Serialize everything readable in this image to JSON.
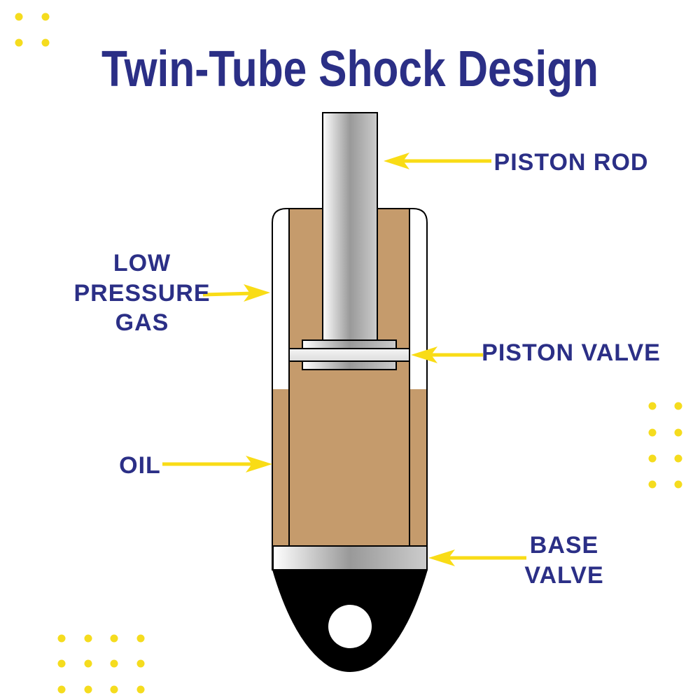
{
  "title": "Twin-Tube Shock Design",
  "labels": {
    "piston_rod": "PISTON ROD",
    "low_pressure_gas": [
      "LOW",
      "PRESSURE",
      "GAS"
    ],
    "piston_valve": "PISTON VALVE",
    "oil": "OIL",
    "base_valve": [
      "BASE",
      "VALVE"
    ]
  },
  "colors": {
    "title": "#2b2f86",
    "arrow": "#f9dc16",
    "oil": "#c59b6c",
    "mount": "#000000",
    "dots": "#f5dc1e"
  }
}
